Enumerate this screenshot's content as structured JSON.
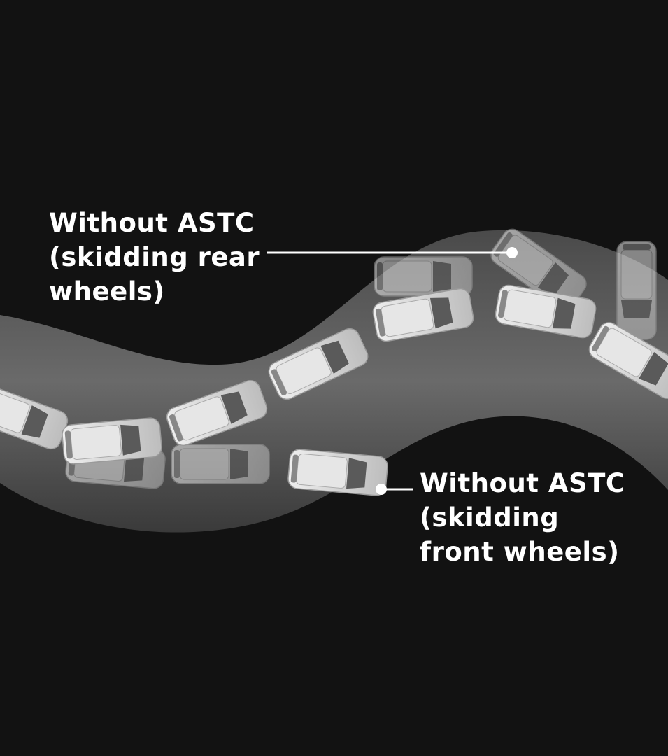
{
  "callouts": {
    "rear": {
      "lines": [
        "Without ASTC",
        "(skidding rear",
        "wheels)"
      ]
    },
    "front": {
      "lines": [
        "Without ASTC",
        "(skidding",
        "front wheels)"
      ]
    }
  },
  "colors": {
    "background": "#121212",
    "road": "#5e5e5e",
    "road_edge": "#2a2a2a",
    "car": "#d8d8d8",
    "callout": "#ffffff"
  }
}
